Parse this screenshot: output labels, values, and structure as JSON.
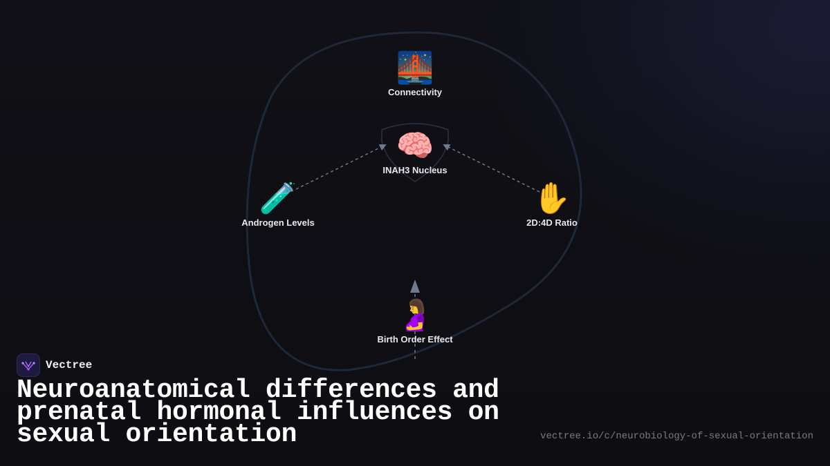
{
  "nodes": {
    "connectivity": {
      "label": "Connectivity",
      "icon": "bridge-icon",
      "emoji": "🌉"
    },
    "inah3": {
      "label": "INAH3 Nucleus",
      "icon": "brain-icon",
      "emoji": "🧠"
    },
    "androgen": {
      "label": "Androgen Levels",
      "icon": "test-tube-icon",
      "emoji": "🧪"
    },
    "ratio": {
      "label": "2D:4D Ratio",
      "icon": "raised-hand-icon",
      "emoji": "✋"
    },
    "birth_order": {
      "label": "Birth Order Effect",
      "icon": "pregnant-woman-icon",
      "emoji": "🤰"
    }
  },
  "brand": {
    "name": "Vectree",
    "logo_color": "#a855f7"
  },
  "title": "Neuroanatomical differences and prenatal hormonal influences on sexual orientation",
  "url": "vectree.io/c/neurobiology-of-sexual-orientation",
  "colors": {
    "background": "#0d0d12",
    "blob_outline": "#1e2838",
    "arrow": "#6f7a8c",
    "text": "#e8e8ee",
    "muted_text": "#7a7a82"
  }
}
